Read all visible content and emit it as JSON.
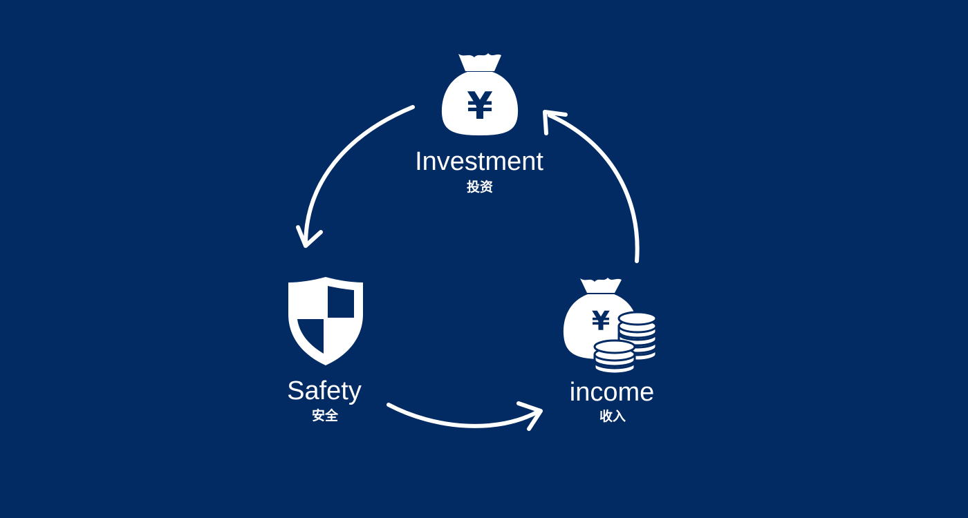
{
  "colors": {
    "background": "#022a63",
    "foreground": "#ffffff"
  },
  "nodes": {
    "investment": {
      "label_en": "Investment",
      "label_cn": "投资",
      "icon": "money-bag-icon",
      "symbol": "¥"
    },
    "safety": {
      "label_en": "Safety",
      "label_cn": "安全",
      "icon": "shield-icon"
    },
    "income": {
      "label_en": "income",
      "label_cn": "收入",
      "icon": "money-bag-coins-icon",
      "symbol": "¥"
    }
  },
  "cycle": [
    {
      "from": "investment",
      "to": "safety"
    },
    {
      "from": "safety",
      "to": "income"
    },
    {
      "from": "income",
      "to": "investment"
    }
  ]
}
